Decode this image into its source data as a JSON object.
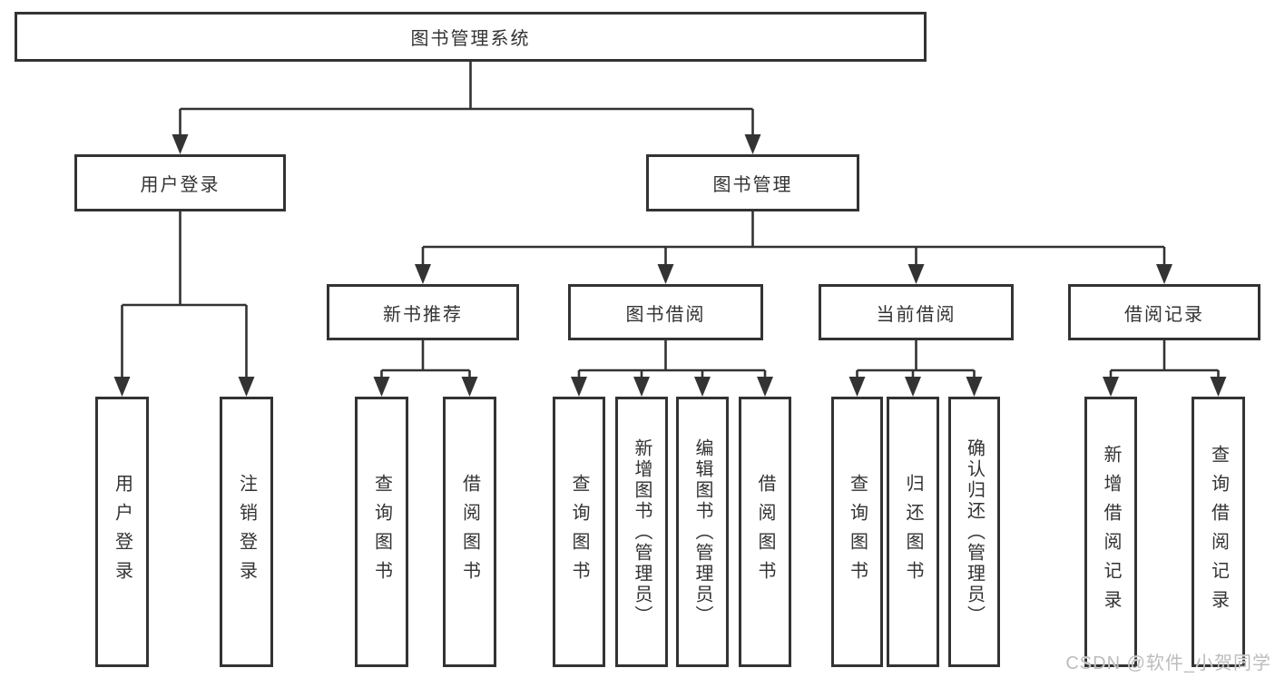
{
  "diagram": {
    "root": {
      "label": "图书管理系统"
    },
    "groups": [
      {
        "label": "用户登录",
        "leaves": [
          {
            "label": "用户登录"
          },
          {
            "label": "注销登录"
          }
        ]
      },
      {
        "label": "图书管理",
        "subgroups": [
          {
            "label": "新书推荐",
            "leaves": [
              {
                "label": "查询图书"
              },
              {
                "label": "借阅图书"
              }
            ]
          },
          {
            "label": "图书借阅",
            "leaves": [
              {
                "label": "查询图书"
              },
              {
                "label": "新增图书（管理员）"
              },
              {
                "label": "编辑图书（管理员）"
              },
              {
                "label": "借阅图书"
              }
            ]
          },
          {
            "label": "当前借阅",
            "leaves": [
              {
                "label": "查询图书"
              },
              {
                "label": "归还图书"
              },
              {
                "label": "确认归还（管理员）"
              }
            ]
          },
          {
            "label": "借阅记录",
            "leaves": [
              {
                "label": "新增借阅记录"
              },
              {
                "label": "查询借阅记录"
              }
            ]
          }
        ]
      }
    ],
    "colors": {
      "line": "#333333",
      "box_border": "#333333",
      "text": "#333333",
      "background": "#ffffff",
      "watermark": "#bcbcbc"
    }
  },
  "watermark": {
    "text": "CSDN @软件_小贺同学"
  }
}
